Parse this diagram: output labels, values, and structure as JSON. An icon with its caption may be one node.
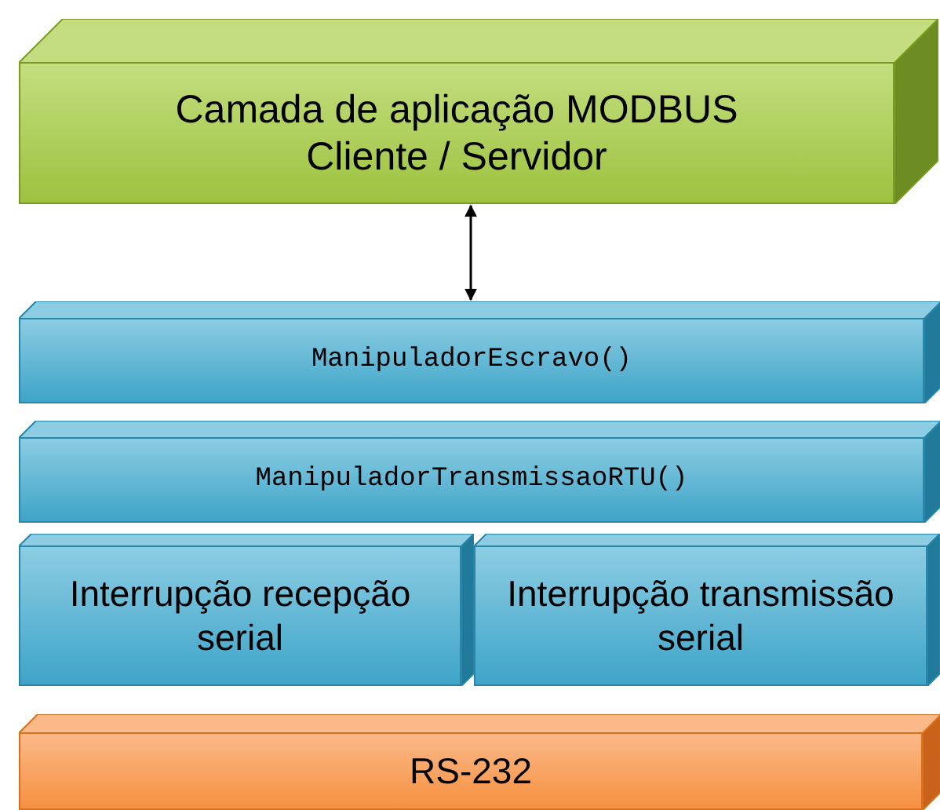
{
  "diagram": {
    "nodes": [
      {
        "text": [
          "Camada de aplicação MODBUS Cliente / Servidor"
        ]
      },
      {
        "text": [
          "ManipuladorEscravo()"
        ]
      },
      {
        "text": [
          "ManipuladorTransmissaoRTU()"
        ]
      },
      {
        "text": [
          "Interrupção recepção serial"
        ]
      },
      {
        "text": [
          "Interrupção transmissão serial"
        ]
      },
      {
        "text": [
          "RS-232"
        ]
      }
    ],
    "edges": [
      {
        "from": 0,
        "to": 1,
        "arrow": "both"
      }
    ]
  }
}
